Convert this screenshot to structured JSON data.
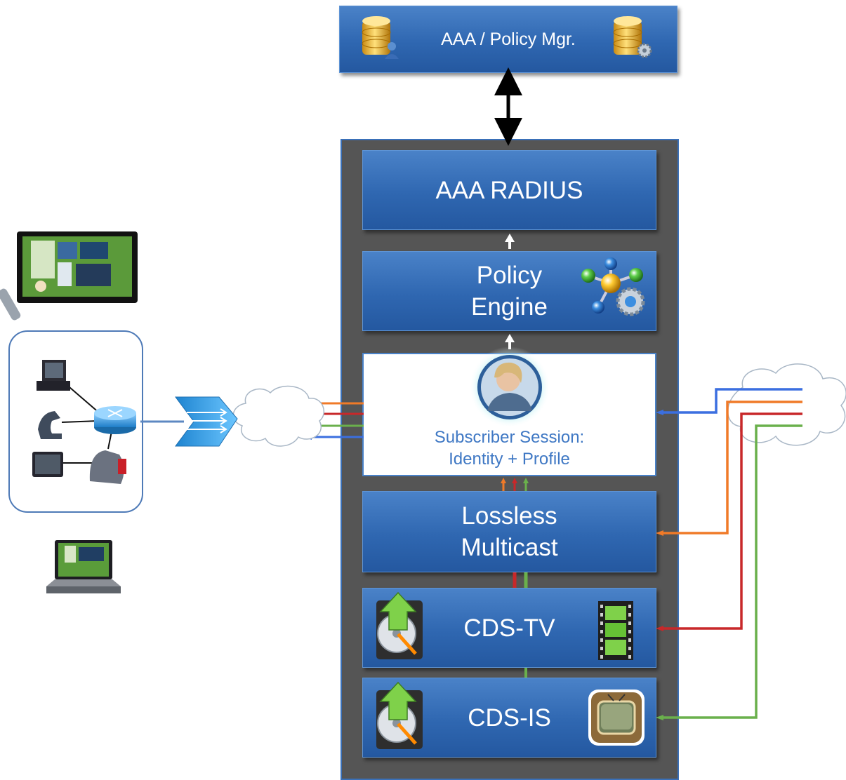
{
  "diagram": {
    "aaa_policy_mgr": {
      "label": "AAA / Policy Mgr."
    },
    "aaa_radius": {
      "label": "AAA RADIUS"
    },
    "policy_engine": {
      "label": "Policy\nEngine"
    },
    "subscriber_session": {
      "label": "Subscriber Session:\nIdentity + Profile"
    },
    "lossless_multicast": {
      "label": "Lossless\nMulticast"
    },
    "cds_tv": {
      "label": "CDS-TV"
    },
    "cds_is": {
      "label": "CDS-IS"
    }
  },
  "colors": {
    "box_blue": "#2f67b1",
    "chassis_gray": "#555555",
    "flow_blue": "#3b6fe0",
    "flow_orange": "#f07a28",
    "flow_red": "#c8282a",
    "flow_green": "#6ab04c"
  },
  "icons": [
    "database-user-icon",
    "database-gear-icon",
    "molecule-gear-icon",
    "user-avatar-icon",
    "hard-drive-upload-icon",
    "film-strip-icon",
    "tv-app-icon",
    "television-icon",
    "remote-control-icon",
    "desktop-computer-icon",
    "phone-icon",
    "router-icon",
    "set-top-box-icon",
    "laptop-icon",
    "switch-icon",
    "cloud-icon"
  ]
}
